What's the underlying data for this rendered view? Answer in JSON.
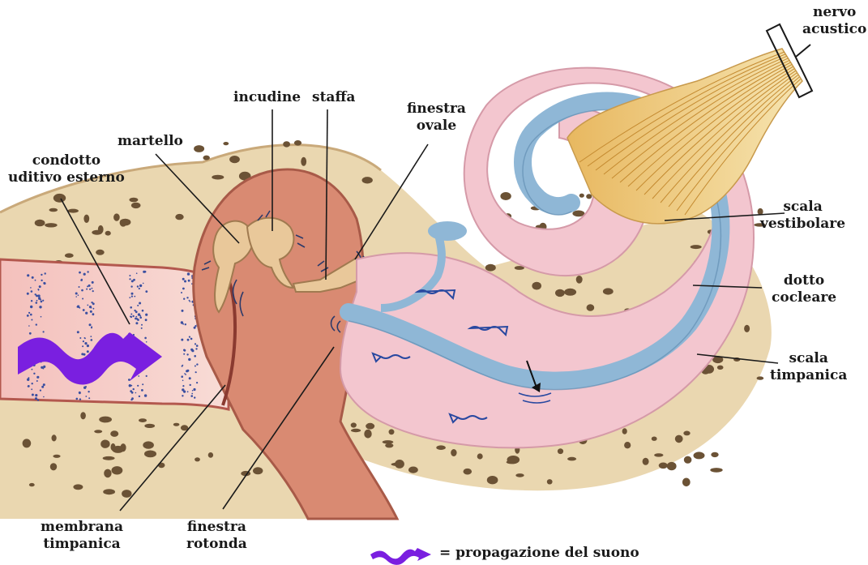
{
  "labels": {
    "nervo_acustico": [
      "nervo",
      "acustico"
    ],
    "incudine": "incudine",
    "staffa": "staffa",
    "finestra_ovale": [
      "finestra",
      "ovale"
    ],
    "martello": "martello",
    "condotto": [
      "condotto",
      "uditivo esterno"
    ],
    "scala_vestibolare": [
      "scala",
      "vestibolare"
    ],
    "dotto_cocleare": [
      "dotto",
      "cocleare"
    ],
    "scala_timpanica": [
      "scala",
      "timpanica"
    ],
    "membrana_timpanica": [
      "membrana",
      "timpanica"
    ],
    "finestra_rotonda": [
      "finestra",
      "rotonda"
    ]
  },
  "legend": {
    "text": "= propagazione del suono",
    "icon": "purple-wave-arrow-icon",
    "color": "#7a1fe0"
  },
  "colors": {
    "bone": "#ead7b0",
    "bone_pores": "#6b5235",
    "canal_pink": "#f2c2c0",
    "middle_ear": "#d98a72",
    "cochlea_pink": "#f3c6cf",
    "duct_blue": "#8fb7d6",
    "nerve": "#e6c070",
    "ossicle": "#e9c89a",
    "sound_arrow": "#7a1fe0"
  }
}
